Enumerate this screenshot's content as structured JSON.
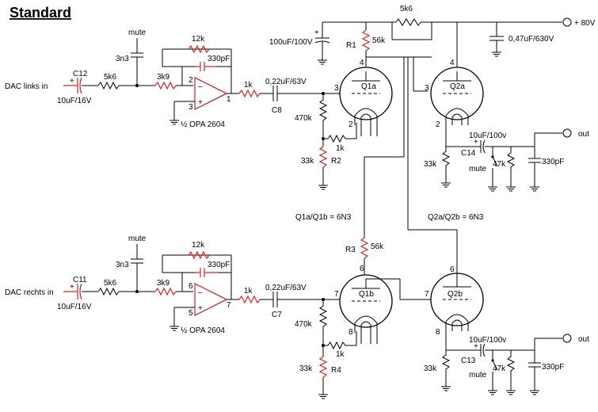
{
  "title": "Standard",
  "supply_label": "+ 80V",
  "colors": {
    "wire": "#000000",
    "signal": "#e02020",
    "background": "#ffffff"
  },
  "icons": [
    "op-amp-symbol",
    "vacuum-triode-symbol",
    "resistor-symbol",
    "capacitor-symbol",
    "ground-symbol",
    "switch-symbol",
    "terminal-symbol"
  ],
  "labels": {
    "top_r_5k6": "5k6",
    "cap_100u": "100uF/100V",
    "r1_name": "R1",
    "r1_val": "56k",
    "cap_047": "0,47uF/630V",
    "mute1": "mute",
    "c3n3_1": "3n3",
    "r12k_1": "12k",
    "c330_fb1": "330pF",
    "dac_left": "DAC links in",
    "c12_name": "C12",
    "c12_val": "10uF/16V",
    "r5k6_1": "5k6",
    "r3k9_1": "3k9",
    "opa_1": "½ OPA 2604",
    "r1k_1": "1k",
    "c8_val": "0,22uF/63V",
    "c8_name": "C8",
    "r470k_1": "470k",
    "r1k_g1": "1k",
    "r33k_1": "33k",
    "r2_name": "R2",
    "q1a": "Q1a",
    "q2a": "Q2a",
    "c14_val": "10uF/100v",
    "c14_name": "C14",
    "mute_out1": "mute",
    "r47k_1": "47k",
    "c330_out1": "330pF",
    "r33k_out1": "33k",
    "out1": "out",
    "q1_type": "Q1a/Q1b = 6N3",
    "q2_type": "Q2a/Q2b = 6N3",
    "r3_name": "R3",
    "r3_val": "56k",
    "mute2": "mute",
    "c3n3_2": "3n3",
    "r12k_2": "12k",
    "c330_fb2": "330pF",
    "dac_right": "DAC rechts in",
    "c11_name": "C11",
    "c11_val": "10uF/16V",
    "r5k6_2": "5k6",
    "r3k9_2": "3k9",
    "opa_2": "½ OPA 2604",
    "r1k_2": "1k",
    "c7_val": "0,22uF/63V",
    "c7_name": "C7",
    "r470k_2": "470k",
    "r1k_g2": "1k",
    "r33k_2": "33k",
    "r4_name": "R4",
    "q1b": "Q1b",
    "q2b": "Q2b",
    "c13_val": "10uF/100v",
    "c13_name": "C13",
    "mute_out2": "mute",
    "r47k_2": "47k",
    "c330_out2": "330pF",
    "r33k_out2": "33k",
    "out2": "out"
  },
  "pins": {
    "opa1_2": "2",
    "opa1_3": "3",
    "opa1_1": "1",
    "q1a_3": "3",
    "q1a_4": "4",
    "q1a_2": "2",
    "q2a_3": "3",
    "q2a_4": "4",
    "q2a_2": "2",
    "opa2_6": "6",
    "opa2_5": "5",
    "opa2_7": "7",
    "q1b_6": "6",
    "q1b_7": "7",
    "q1b_8": "8",
    "q2b_6": "6",
    "q2b_7": "7",
    "q2b_8": "8"
  }
}
